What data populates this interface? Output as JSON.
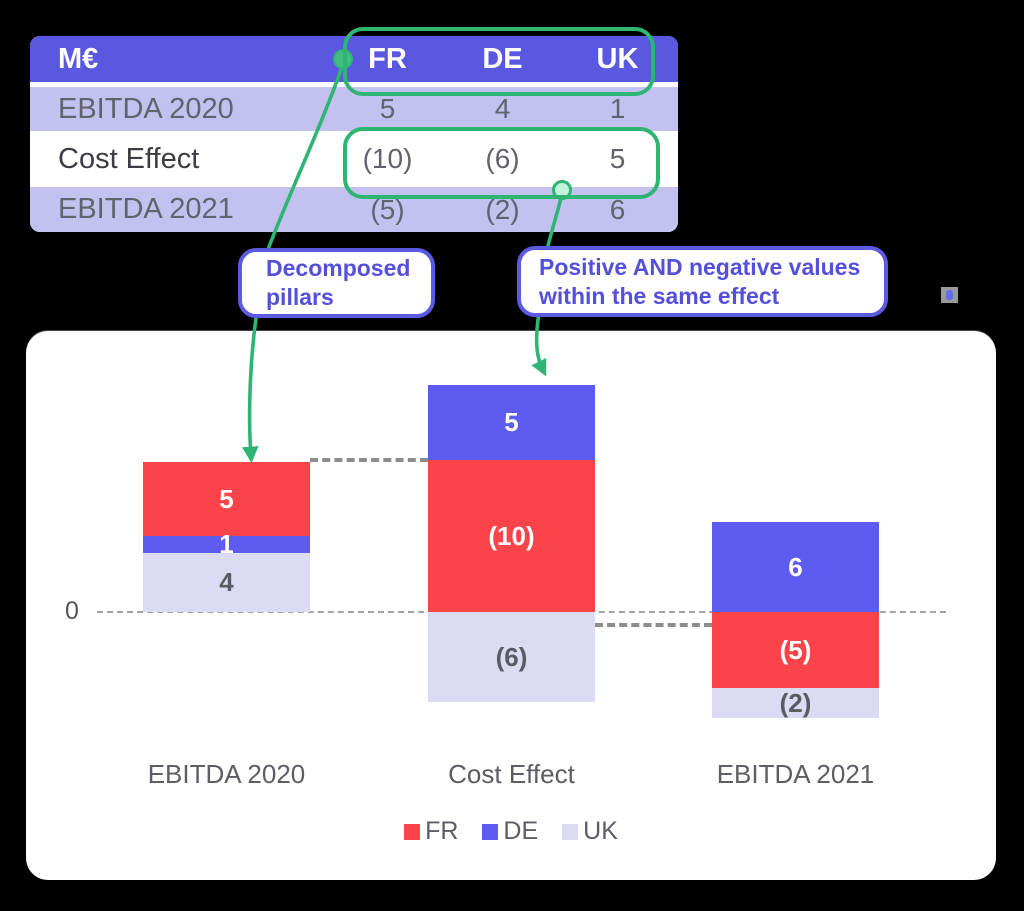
{
  "table": {
    "unit_header": "M€",
    "columns": [
      "FR",
      "DE",
      "UK"
    ],
    "rows": [
      {
        "label": "EBITDA 2020",
        "values": [
          "5",
          "4",
          "1"
        ]
      },
      {
        "label": "Cost Effect",
        "values": [
          "(10)",
          "(6)",
          "5"
        ]
      },
      {
        "label": "EBITDA 2021",
        "values": [
          "(5)",
          "(2)",
          "6"
        ]
      }
    ]
  },
  "callouts": {
    "decomposed_pillars": "Decomposed pillars",
    "pos_neg": "Positive AND negative values within the same effect"
  },
  "chart_data": {
    "type": "bar",
    "subtype": "decomposed waterfall (stacked pillars with positive and negative values)",
    "title": "",
    "categories": [
      "EBITDA 2020",
      "Cost Effect",
      "EBITDA 2021"
    ],
    "series": [
      {
        "name": "FR",
        "color": "#fa4449",
        "values": [
          5,
          -10,
          -5
        ]
      },
      {
        "name": "DE",
        "color": "#5d5bf0",
        "values": [
          1,
          -6,
          -2
        ]
      },
      {
        "name": "UK",
        "color": "#dcdbf4",
        "values": [
          4,
          5,
          6
        ]
      }
    ],
    "zero_label": "0",
    "ylim": [
      -7,
      15
    ],
    "grid": false,
    "legend_position": "bottom",
    "bars": [
      {
        "category": "EBITDA 2020",
        "segments": [
          {
            "label": "5",
            "color": "#fa4449"
          },
          {
            "label": "1",
            "color": "#5d5bf0"
          },
          {
            "label": "4",
            "color": "#dcdbf4"
          }
        ]
      },
      {
        "category": "Cost Effect",
        "segments": [
          {
            "label": "5",
            "color": "#5d5bf0"
          },
          {
            "label": "(10)",
            "color": "#fa4449"
          },
          {
            "label": "(6)",
            "color": "#dcdbf4"
          }
        ]
      },
      {
        "category": "EBITDA 2021",
        "segments": [
          {
            "label": "6",
            "color": "#5d5bf0"
          },
          {
            "label": "(5)",
            "color": "#fa4449"
          },
          {
            "label": "(2)",
            "color": "#dcdbf4"
          }
        ]
      }
    ],
    "legend": [
      {
        "label": "FR",
        "color": "#fa4449"
      },
      {
        "label": "DE",
        "color": "#5d5bf0"
      },
      {
        "label": "UK",
        "color": "#dcdbf4"
      }
    ]
  },
  "colors": {
    "accent_green": "#2eb573",
    "callout_border": "#5b5ae0",
    "callout_text": "#5450dc",
    "table_header_bg": "#5a57e1",
    "table_row_bg": "#c2c1ef",
    "background": "#000000",
    "card_bg": "#ffffff"
  }
}
